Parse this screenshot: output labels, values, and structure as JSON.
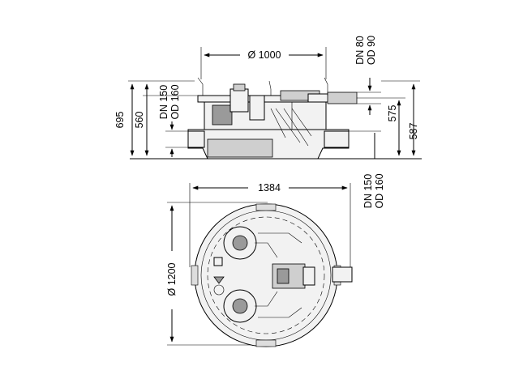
{
  "side_view": {
    "dim_diameter": "Ø 1000",
    "dim_total_height": "695",
    "dim_height_560": "560",
    "dim_inlet_left": [
      "DN 150",
      "OD 160"
    ],
    "dim_outlet": [
      "DN 80",
      "OD 90"
    ],
    "dim_height_575": "575",
    "dim_height_587": "587"
  },
  "top_view": {
    "dim_width": "1384",
    "dim_diameter": "Ø 1200",
    "dim_inlet_right": [
      "DN 150",
      "OD 160"
    ]
  }
}
